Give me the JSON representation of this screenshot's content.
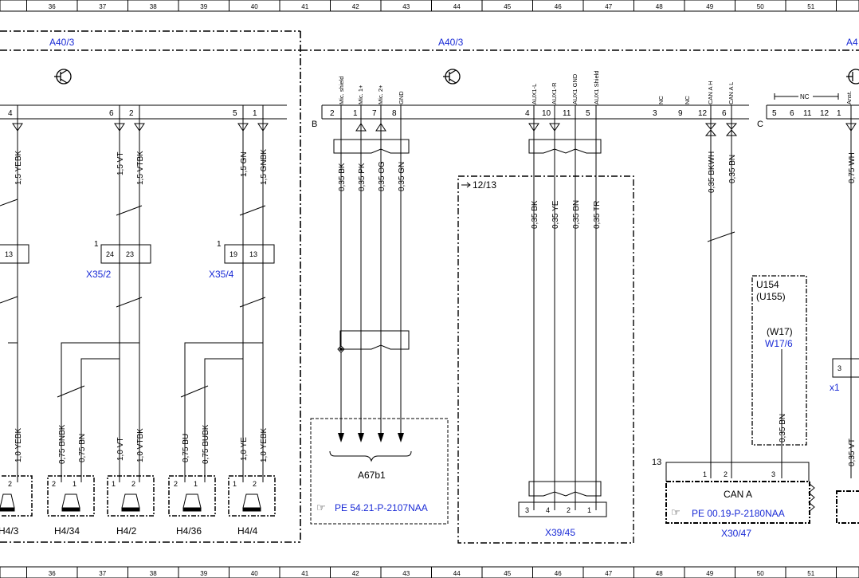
{
  "grid_columns": [
    "36",
    "37",
    "38",
    "39",
    "40",
    "41",
    "42",
    "43",
    "44",
    "45",
    "46",
    "47",
    "48",
    "49",
    "50",
    "51"
  ],
  "modules": {
    "left": "A40/3",
    "mid": "A40/3",
    "right": "A4"
  },
  "connector_letters": {
    "b": "B",
    "c": "C"
  },
  "pins": {
    "p4a": "4",
    "p6": "6",
    "p2a": "2",
    "p5a": "5",
    "p1a": "1",
    "mic": [
      "2",
      "1",
      "7",
      "8"
    ],
    "aux": [
      "4",
      "10",
      "11",
      "5"
    ],
    "nc_pins": [
      "3",
      "9"
    ],
    "can_pins": [
      "12",
      "6"
    ],
    "c_pins": [
      "5",
      "6",
      "11",
      "12",
      "1"
    ]
  },
  "pin_labels": {
    "mic": [
      "Mic. shield",
      "Mic. 1+",
      "Mic. 2+",
      "GND"
    ],
    "aux": [
      "AUX1-L",
      "AUX1-R",
      "AUX1 GND",
      "AUX1 Shield"
    ],
    "nc": [
      "NC",
      "NC"
    ],
    "can": [
      "CAN A H",
      "CAN A L"
    ],
    "c_nc": "NC",
    "c_ant": "Anst."
  },
  "wires_top": {
    "left": [
      "1,5 YEBK"
    ],
    "x352": [
      "1,5 VT",
      "1,5 VTBK"
    ],
    "x354": [
      "1,5 GN",
      "1,5 GNBK"
    ],
    "mic": [
      "0,35 BK",
      "0,35 PK",
      "0,35 OG",
      "0,35 GN"
    ],
    "aux": [
      "0,35 BK",
      "0,35 YE",
      "0,35 BN",
      "0,35 TR"
    ],
    "can": [
      "0,35 BKWH",
      "0,35 BN"
    ],
    "right": "0,75 WH"
  },
  "wires_bottom": {
    "left": [
      "1,0 YEBK"
    ],
    "h434": [
      "0,75 BNBK",
      "0,75 BN"
    ],
    "h42": [
      "1,0 VT",
      "1,0 VTBK"
    ],
    "h436": [
      "0,75 BU",
      "0,75 BUBK"
    ],
    "h44": [
      "1,0 YE",
      "1,0 YEBK"
    ],
    "w17": "0,35 BN",
    "right": "0,35 VT"
  },
  "couplers": {
    "x352": {
      "name": "X35/2",
      "pins": [
        "24",
        "23"
      ],
      "num": "1"
    },
    "x354": {
      "name": "X35/4",
      "pins": [
        "19",
        "13"
      ],
      "num": "1"
    },
    "left": {
      "pin": "13"
    }
  },
  "speakers": [
    "H4/3",
    "H4/34",
    "H4/2",
    "H4/36",
    "H4/4"
  ],
  "speaker_pins": [
    "2",
    "1"
  ],
  "mic_box": {
    "name": "A67b1",
    "ref": "PE 54.21-P-2107NAA"
  },
  "ref_12_13": "12/13",
  "aux_connector": {
    "name": "X39/45",
    "pins": [
      "3",
      "4",
      "2",
      "1"
    ]
  },
  "can_box": {
    "num": "13",
    "pins": [
      "1",
      "2",
      "3"
    ],
    "label": "CAN A",
    "ref": "PE 00.19-P-2180NAA",
    "name": "X30/47"
  },
  "u154": {
    "line1": "U154",
    "line2": "(U155)",
    "line3": "(W17)",
    "link": "W17/6"
  },
  "right_conn": {
    "pin": "3",
    "name": "x1"
  },
  "colors": {
    "link": "#1a2bd6",
    "line": "#000000"
  }
}
